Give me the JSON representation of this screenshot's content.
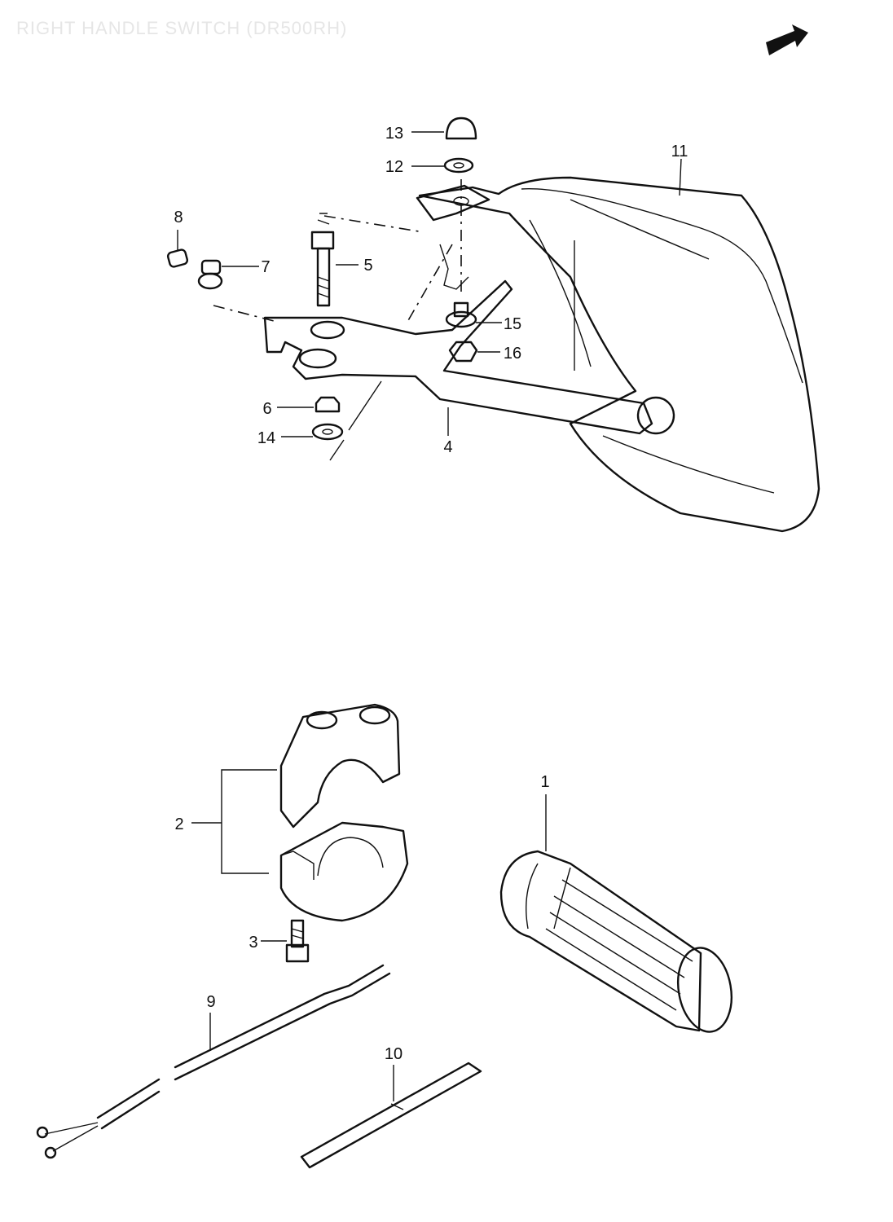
{
  "title": "RIGHT HANDLE SWITCH (DR500RH)",
  "parts": [
    {
      "num": "1"
    },
    {
      "num": "2"
    },
    {
      "num": "3"
    },
    {
      "num": "4"
    },
    {
      "num": "5"
    },
    {
      "num": "6"
    },
    {
      "num": "7"
    },
    {
      "num": "8"
    },
    {
      "num": "9"
    },
    {
      "num": "10"
    },
    {
      "num": "11"
    },
    {
      "num": "12"
    },
    {
      "num": "13"
    },
    {
      "num": "14"
    },
    {
      "num": "15"
    },
    {
      "num": "16"
    }
  ]
}
